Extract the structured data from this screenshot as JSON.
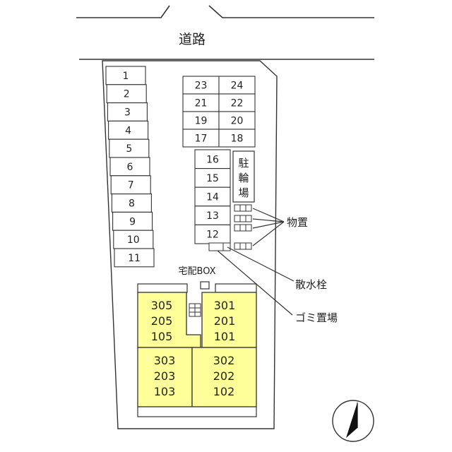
{
  "road_label": "道路",
  "left_parking": [
    "1",
    "2",
    "3",
    "4",
    "5",
    "6",
    "7",
    "8",
    "9",
    "10",
    "11"
  ],
  "top_parking_rows": [
    [
      "23",
      "24"
    ],
    [
      "21",
      "22"
    ],
    [
      "19",
      "20"
    ],
    [
      "17",
      "18"
    ]
  ],
  "mid_parking": [
    "16",
    "15",
    "14",
    "13",
    "12"
  ],
  "bike_parking_label": [
    "駐",
    "輪",
    "場"
  ],
  "labels": {
    "storage": "物置",
    "hydrant": "散水栓",
    "garbage": "ゴミ置場",
    "delivery_box": "宅配BOX"
  },
  "building_units": {
    "top_left": [
      "305",
      "205",
      "105"
    ],
    "top_right": [
      "301",
      "201",
      "101"
    ],
    "bottom_left": [
      "303",
      "203",
      "103"
    ],
    "bottom_right": [
      "302",
      "202",
      "102"
    ]
  },
  "colors": {
    "unit_fill": "#ffff99",
    "line": "#333333"
  }
}
